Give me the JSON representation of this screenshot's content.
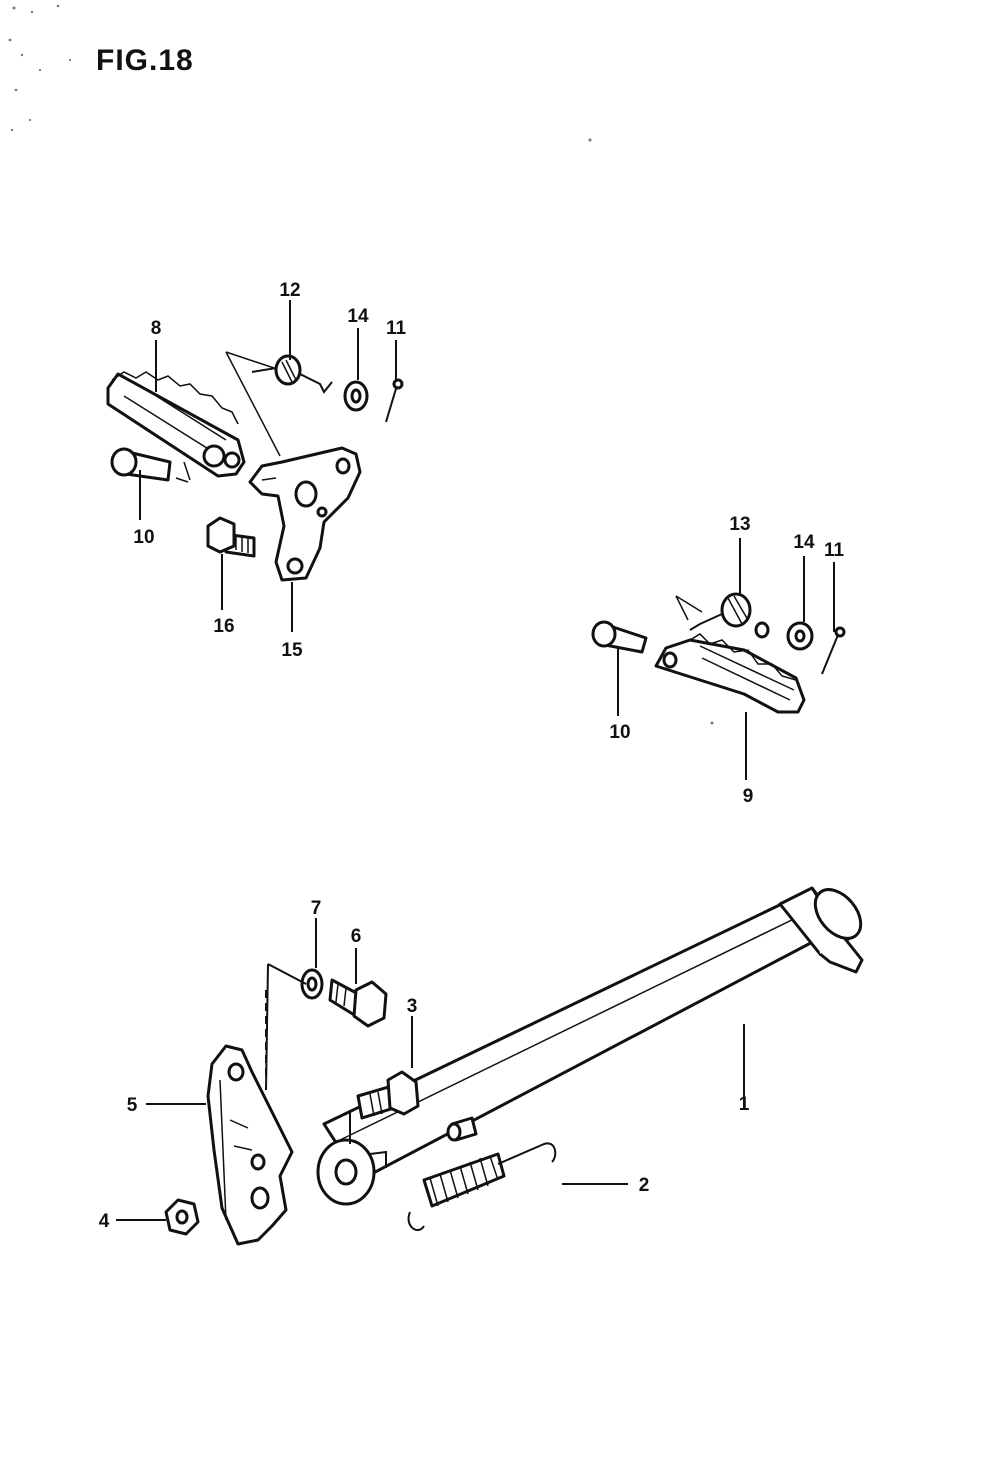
{
  "figure": {
    "title": "FIG.18"
  },
  "callouts": {
    "c1": "1",
    "c2": "2",
    "c3": "3",
    "c4": "4",
    "c5": "5",
    "c6": "6",
    "c7": "7",
    "c8": "8",
    "c9": "9",
    "c10a": "10",
    "c10b": "10",
    "c11a": "11",
    "c11b": "11",
    "c12": "12",
    "c13": "13",
    "c14a": "14",
    "c14b": "14",
    "c15": "15",
    "c16": "16"
  }
}
